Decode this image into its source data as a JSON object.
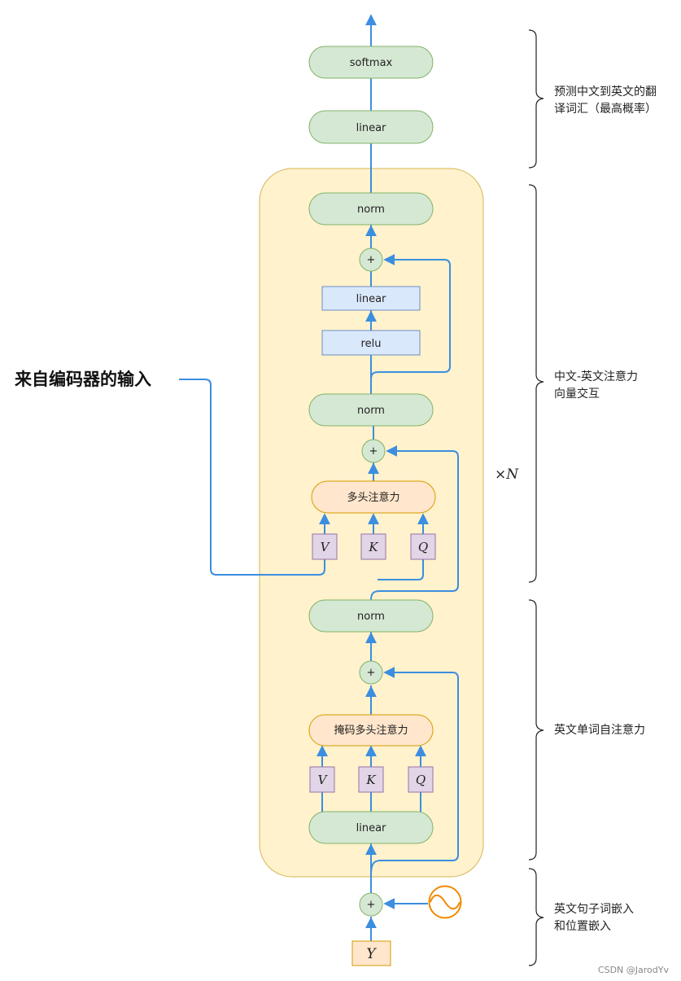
{
  "nodes": {
    "softmax": "softmax",
    "linear_out": "linear",
    "norm3": "norm",
    "ffn_linear": "linear",
    "ffn_relu": "relu",
    "norm2": "norm",
    "cross_attention": "多头注意力",
    "norm1": "norm",
    "masked_attention": "掩码多头注意力",
    "linear_in": "linear",
    "plus": "+",
    "input_y": "Y",
    "v": "V",
    "k": "K",
    "q": "Q"
  },
  "repeat_label": "×N",
  "encoder_input_label": "来自编码器的输入",
  "annotations": {
    "output": [
      "预测中文到英文的翻",
      "译词汇（最高概率）"
    ],
    "cross": [
      "中文-英文注意力",
      "向量交互"
    ],
    "self": [
      "英文单词自注意力"
    ],
    "embed": [
      "英文句子词嵌入",
      "和位置嵌入"
    ]
  },
  "watermark": "CSDN @JarodYv",
  "colors": {
    "wire": "#3b8ee0",
    "block_fill": "#fff2cc",
    "block_stroke": "#d6b656",
    "green_fill": "#d5e8d4",
    "blue_fill": "#dae8fc",
    "orange_fill": "#ffe6cc",
    "purple_fill": "#e1d5e7",
    "positional_encoding": "#f08a00"
  },
  "icons": {
    "positional_encoding": "sine-wave-circle-icon"
  }
}
